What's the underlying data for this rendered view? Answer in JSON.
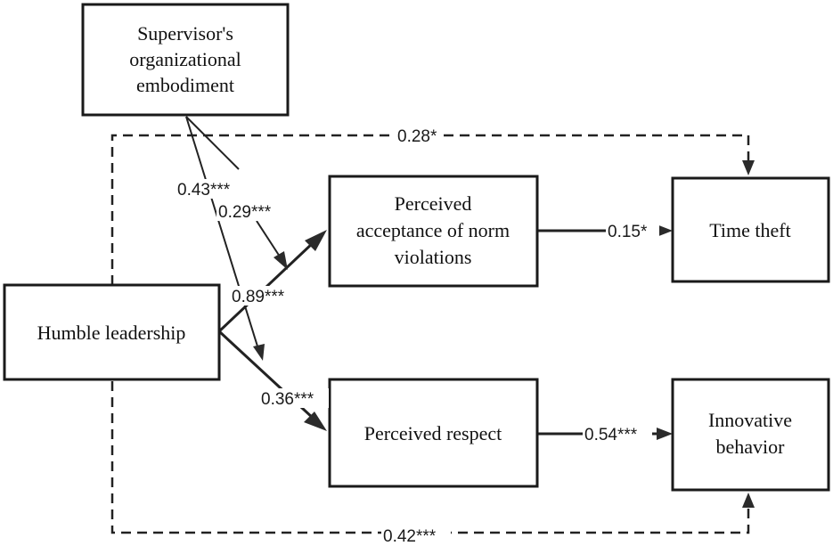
{
  "nodes": {
    "supervisor": [
      "Supervisor's",
      "organizational",
      "embodiment"
    ],
    "humble": [
      "Humble leadership"
    ],
    "acceptance": [
      "Perceived",
      "acceptance of norm",
      "violations"
    ],
    "respect": [
      "Perceived respect"
    ],
    "time_theft": [
      "Time theft"
    ],
    "innovative": [
      "Innovative",
      "behavior"
    ]
  },
  "paths": {
    "hl_to_theft": "0.28*",
    "moderation_main": "0.43***",
    "moderation_acceptance": "0.29***",
    "hl_to_acceptance": "0.89***",
    "acceptance_to_theft": "0.15*",
    "hl_to_respect": "0.36***",
    "respect_to_innovative": "0.54***",
    "hl_to_innovative": "0.42***"
  }
}
